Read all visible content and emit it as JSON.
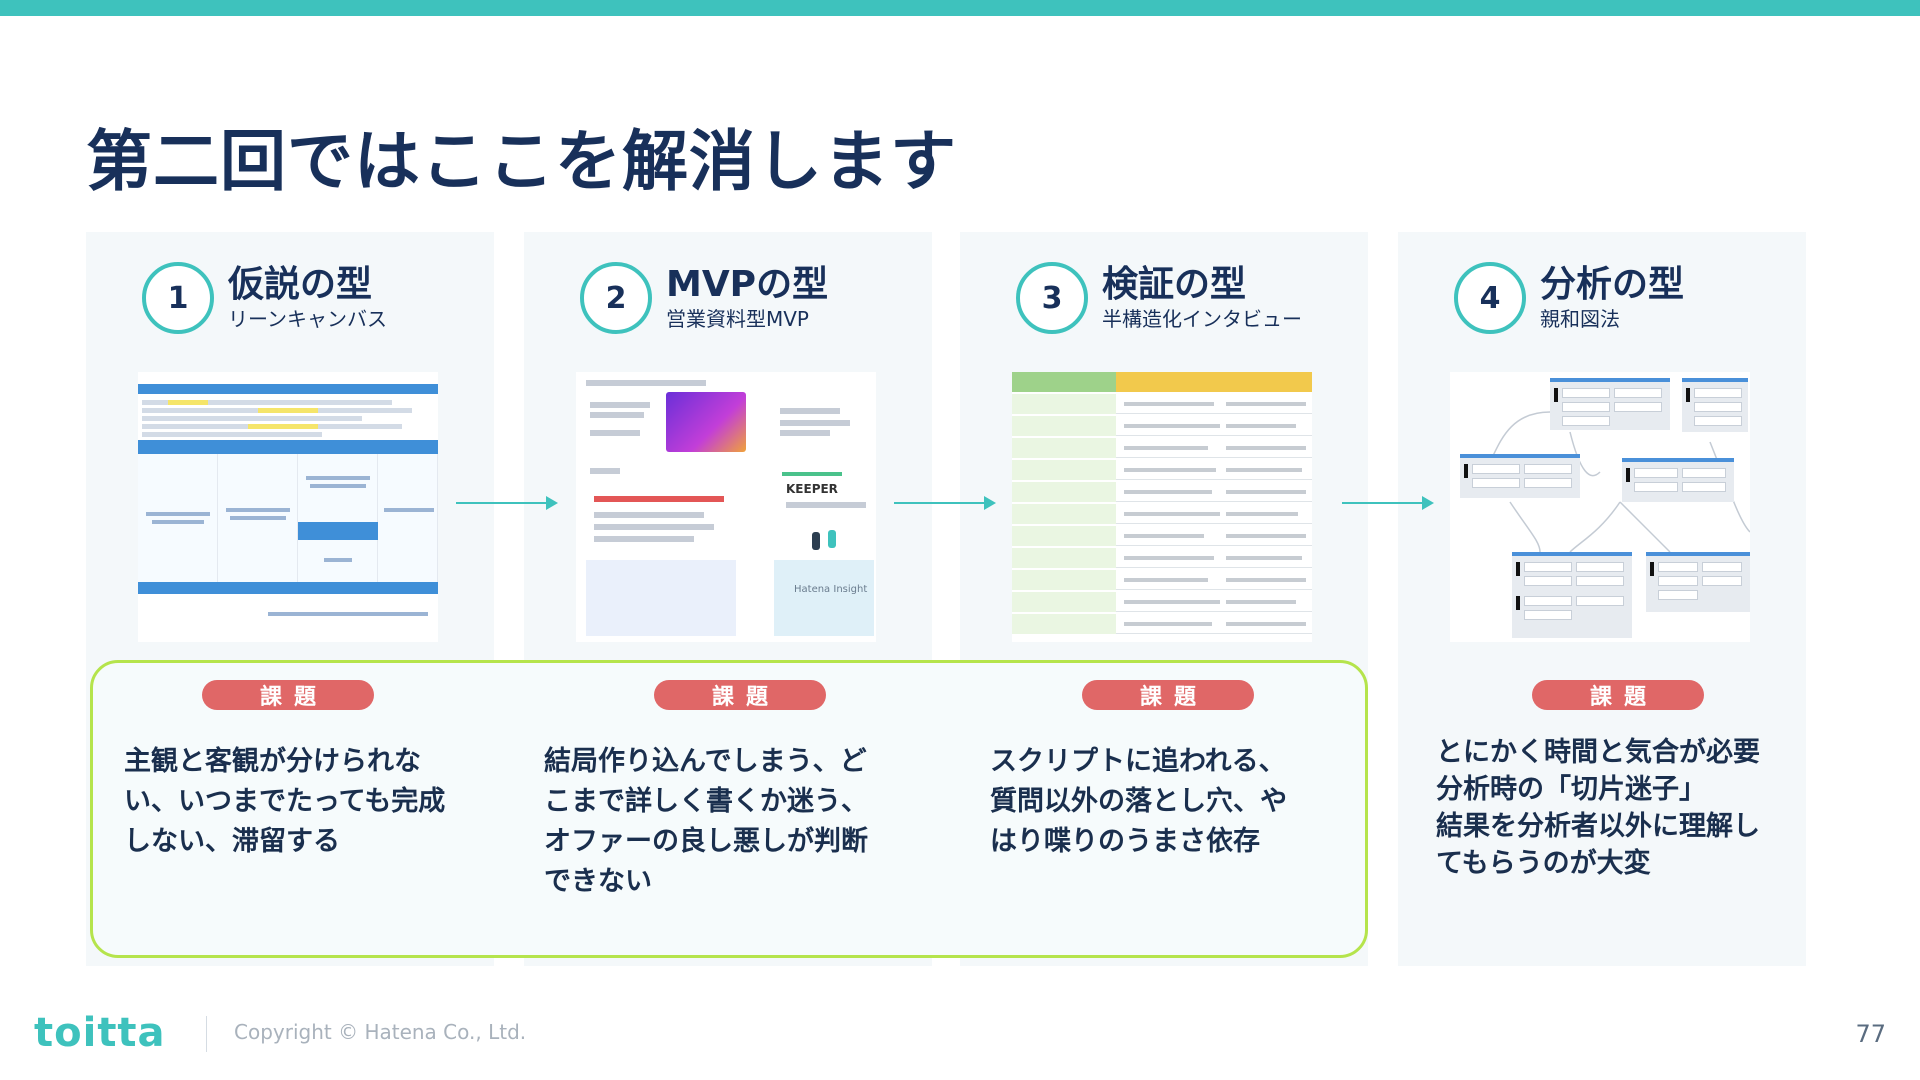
{
  "slide": {
    "title": "第二回ではここを解消します",
    "page_number": "77"
  },
  "steps": [
    {
      "number": "1",
      "name": "仮説の型",
      "method": "リーンキャンバス"
    },
    {
      "number": "2",
      "name": "MVPの型",
      "method": "営業資料型MVP"
    },
    {
      "number": "3",
      "name": "検証の型",
      "method": "半構造化インタビュー"
    },
    {
      "number": "4",
      "name": "分析の型",
      "method": "親和図法"
    }
  ],
  "issues": {
    "badge_label": "課題",
    "items": [
      {
        "lines": [
          "主観と客観が分けられな",
          "い、いつまでたっても完成",
          "しない、滞留する"
        ]
      },
      {
        "lines": [
          "結局作り込んでしまう、ど",
          "こまで詳しく書くか迷う、",
          "オファーの良し悪しが判断",
          "できない"
        ]
      },
      {
        "lines": [
          "スクリプトに追われる、",
          "質問以外の落とし穴、や",
          "はり喋りのうまさ依存"
        ]
      },
      {
        "lines": [
          "とにかく時間と気合が必要",
          "分析時の「切片迷子」",
          "結果を分析者以外に理解し",
          "てもらうのが大変"
        ]
      }
    ]
  },
  "thumbnails": {
    "mvp_brand": "KEEPER",
    "mvp_insight": "Hatena Insight"
  },
  "footer": {
    "logo": "toitta",
    "copyright": "Copyright © Hatena Co., Ltd."
  },
  "colors": {
    "accent": "#3ec2bd",
    "title": "#18305a",
    "badge": "#e06767",
    "issue_border": "#b5e44c"
  }
}
